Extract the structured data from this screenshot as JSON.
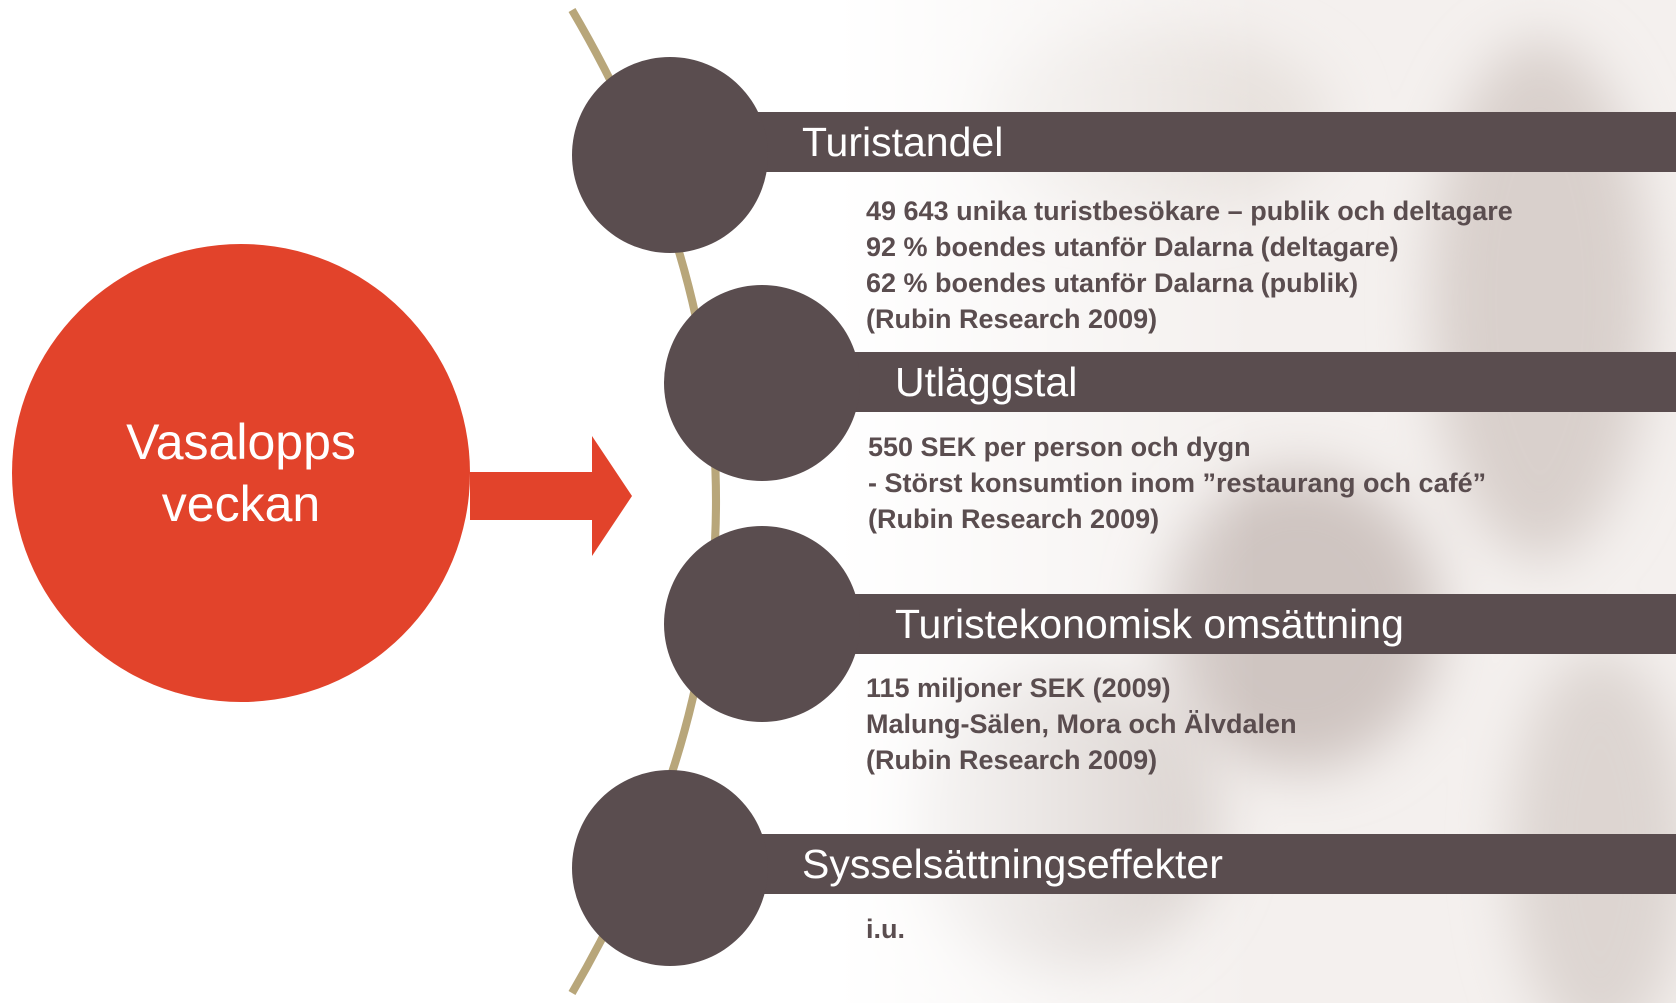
{
  "center": {
    "line1": "Vasalopps",
    "line2": "veckan"
  },
  "items": [
    {
      "title": "Turistandel",
      "lines": [
        "49 643 unika turistbesökare – publik och deltagare",
        "92 % boendes utanför Dalarna (deltagare)",
        "62 % boendes utanför Dalarna (publik)",
        "(Rubin Research 2009)"
      ]
    },
    {
      "title": "Utläggstal",
      "lines": [
        "550 SEK per person och dygn",
        "- Störst konsumtion inom ”restaurang och café”",
        "(Rubin Research 2009)"
      ]
    },
    {
      "title": "Turistekonomisk omsättning",
      "lines": [
        "115 miljoner SEK (2009)",
        "Malung-Sälen, Mora och Älvdalen",
        "(Rubin Research 2009)"
      ]
    },
    {
      "title": "Sysselsättningseffekter",
      "lines": [
        "i.u."
      ]
    }
  ],
  "colors": {
    "accent": "#e2432b",
    "node": "#5a4d4f",
    "arc": "#b8a67a",
    "text_on_band": "#ffffff"
  }
}
